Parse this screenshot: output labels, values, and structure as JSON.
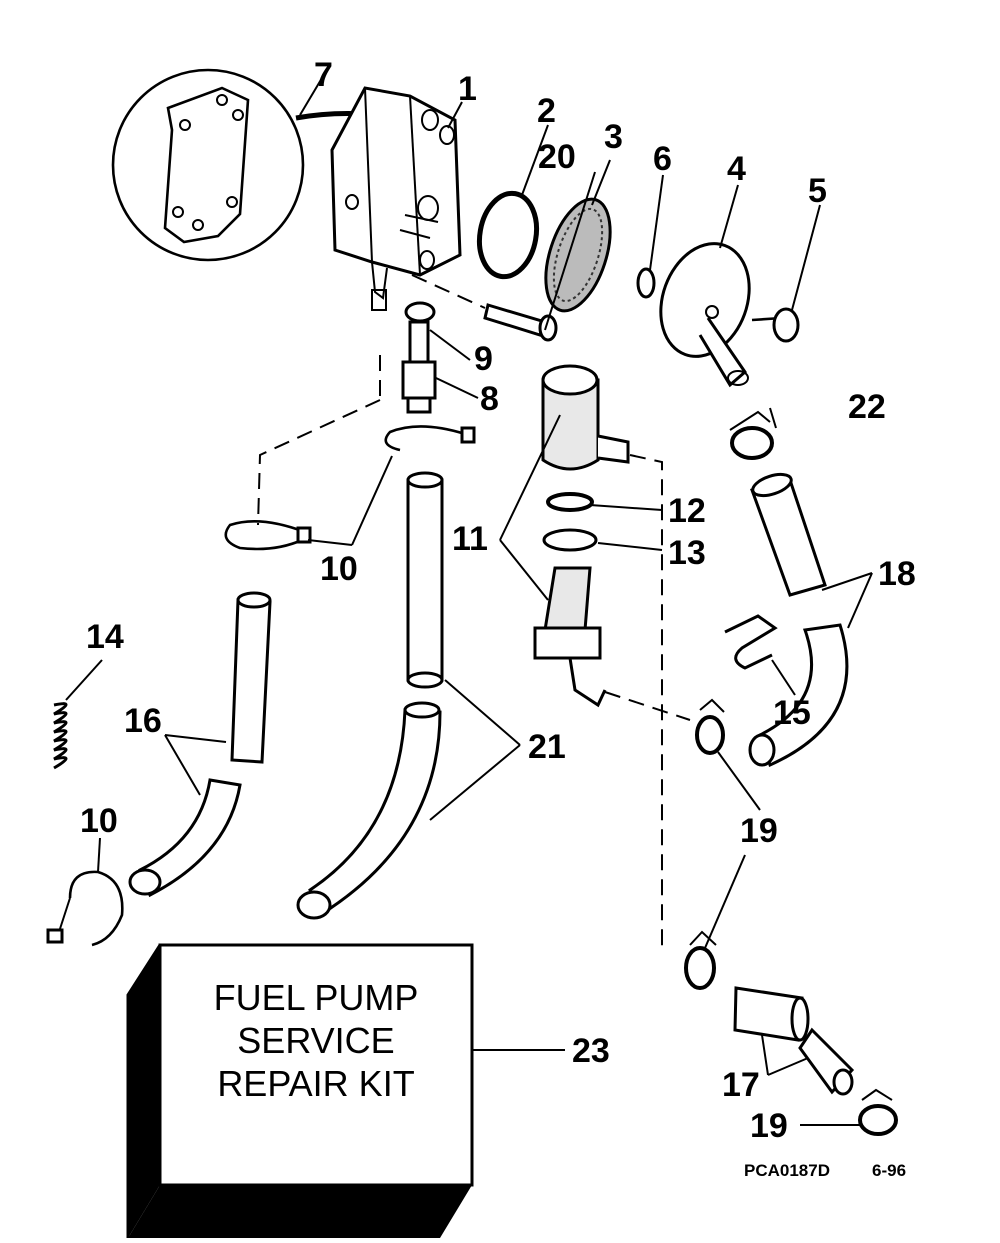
{
  "callouts": [
    {
      "id": "c1",
      "label": "1"
    },
    {
      "id": "c2",
      "label": "2"
    },
    {
      "id": "c3",
      "label": "3"
    },
    {
      "id": "c4",
      "label": "4"
    },
    {
      "id": "c5",
      "label": "5"
    },
    {
      "id": "c6",
      "label": "6"
    },
    {
      "id": "c7",
      "label": "7"
    },
    {
      "id": "c8",
      "label": "8"
    },
    {
      "id": "c9",
      "label": "9"
    },
    {
      "id": "c10a",
      "label": "10"
    },
    {
      "id": "c10b",
      "label": "10"
    },
    {
      "id": "c11",
      "label": "11"
    },
    {
      "id": "c12",
      "label": "12"
    },
    {
      "id": "c13",
      "label": "13"
    },
    {
      "id": "c14",
      "label": "14"
    },
    {
      "id": "c15",
      "label": "15"
    },
    {
      "id": "c16",
      "label": "16"
    },
    {
      "id": "c17",
      "label": "17"
    },
    {
      "id": "c18",
      "label": "18"
    },
    {
      "id": "c19a",
      "label": "19"
    },
    {
      "id": "c19b",
      "label": "19"
    },
    {
      "id": "c20",
      "label": "20"
    },
    {
      "id": "c21",
      "label": "21"
    },
    {
      "id": "c22",
      "label": "22"
    },
    {
      "id": "c23",
      "label": "23"
    }
  ],
  "kit_box": {
    "line1": "FUEL PUMP",
    "line2": "SERVICE",
    "line3": "REPAIR KIT"
  },
  "footer": {
    "code": "PCA0187D",
    "date": "6-96"
  }
}
